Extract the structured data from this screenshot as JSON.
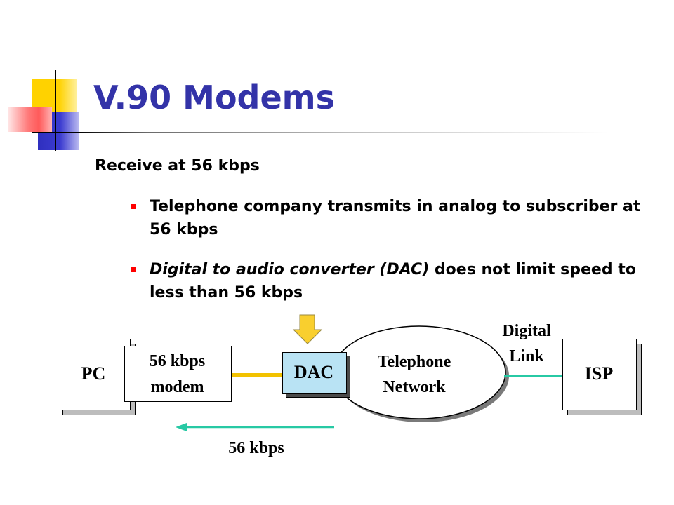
{
  "slide": {
    "title": "V.90 Modems",
    "level1": "Receive at 56 kbps",
    "bullet1": "Telephone company transmits in analog to subscriber at 56 kbps",
    "bullet2_italic": "Digital to audio converter (DAC)",
    "bullet2_rest": " does not limit speed to less than 56 kbps"
  },
  "diagram": {
    "pc": "PC",
    "modem_line1": "56 kbps",
    "modem_line2": "modem",
    "dac": "DAC",
    "network_line1": "Telephone",
    "network_line2": "Network",
    "digital_link_line1": "Digital",
    "digital_link_line2": "Link",
    "isp": "ISP",
    "speed_label": "56 kbps"
  },
  "colors": {
    "title": "#3333a8",
    "bullet": "#ff0000",
    "analog_line": "#f2c200",
    "digital_line": "#27c9a4",
    "arrow": "#27c9a4",
    "dac_fill": "#b9e3f4",
    "pointer_arrow": "#f9cf2e"
  }
}
